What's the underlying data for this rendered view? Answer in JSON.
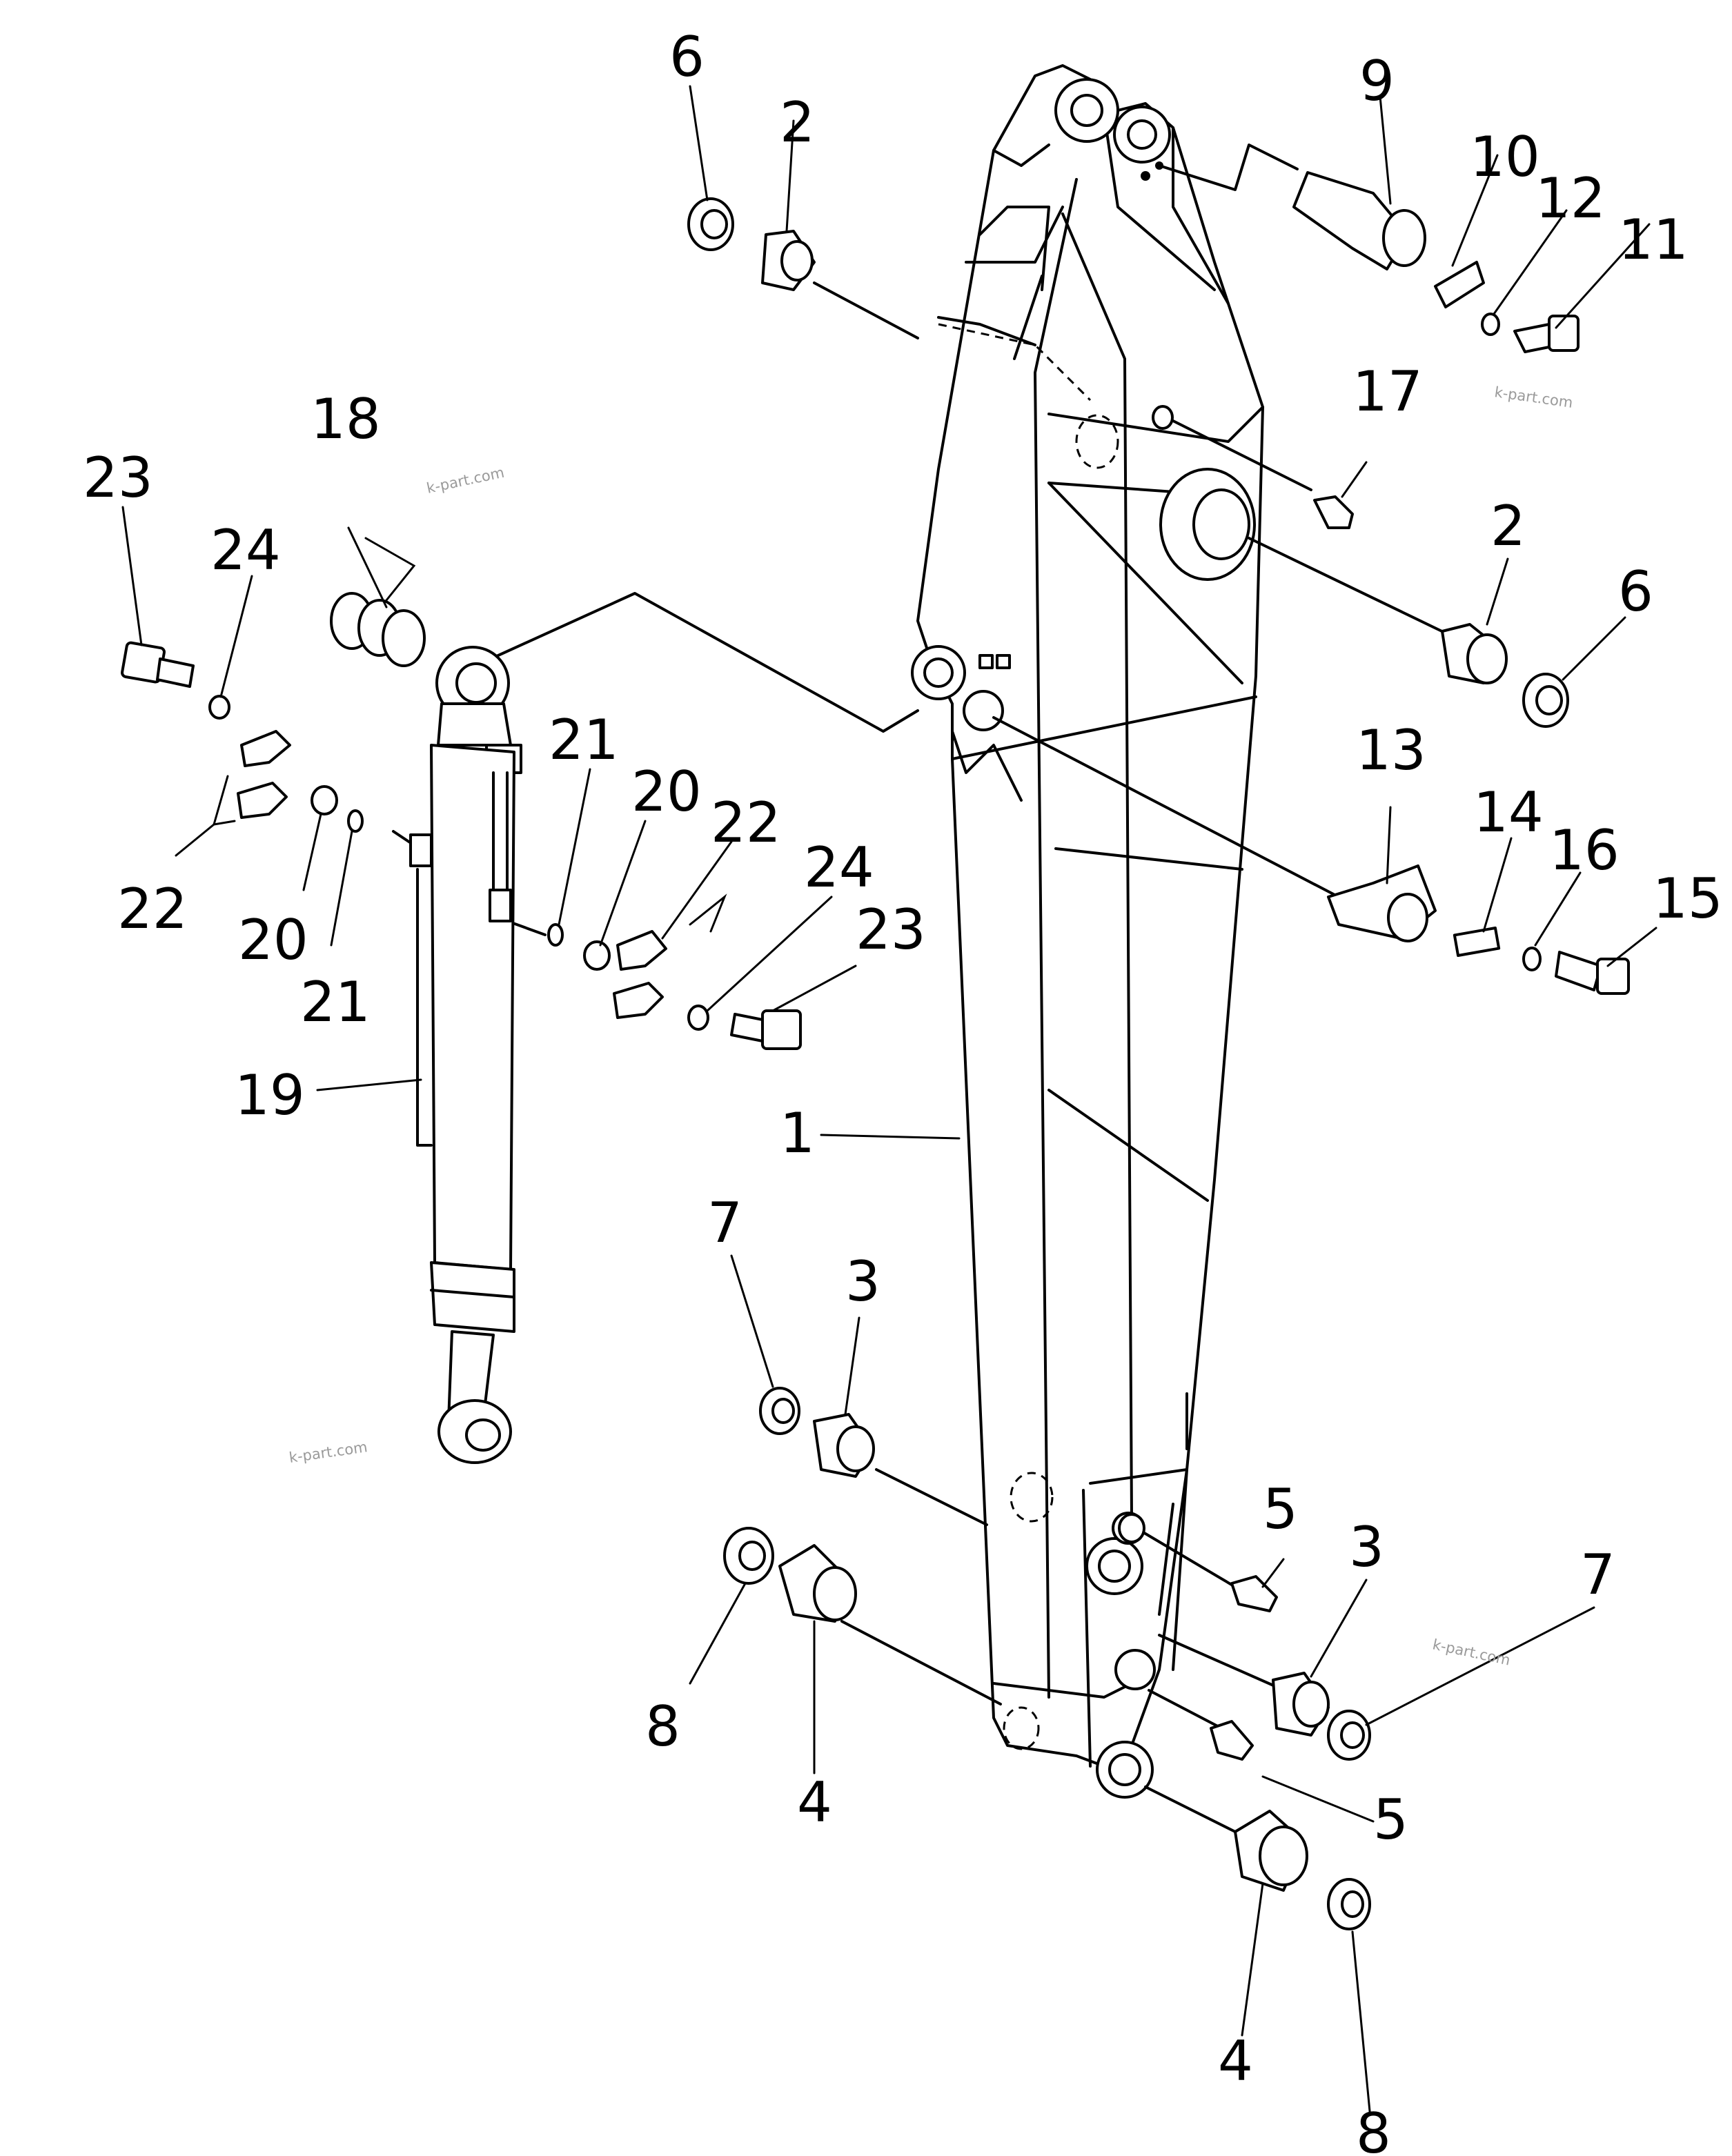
{
  "diagram": {
    "callouts": [
      "1",
      "2",
      "2",
      "3",
      "3",
      "4",
      "4",
      "5",
      "5",
      "6",
      "6",
      "7",
      "7",
      "8",
      "8",
      "9",
      "10",
      "11",
      "12",
      "13",
      "14",
      "15",
      "16",
      "17",
      "18",
      "19",
      "20",
      "20",
      "21",
      "21",
      "22",
      "22",
      "23",
      "23",
      "24",
      "24"
    ],
    "watermarks": [
      "k-part.com",
      "k-part.com",
      "k-part.com",
      "k-part.com"
    ]
  }
}
